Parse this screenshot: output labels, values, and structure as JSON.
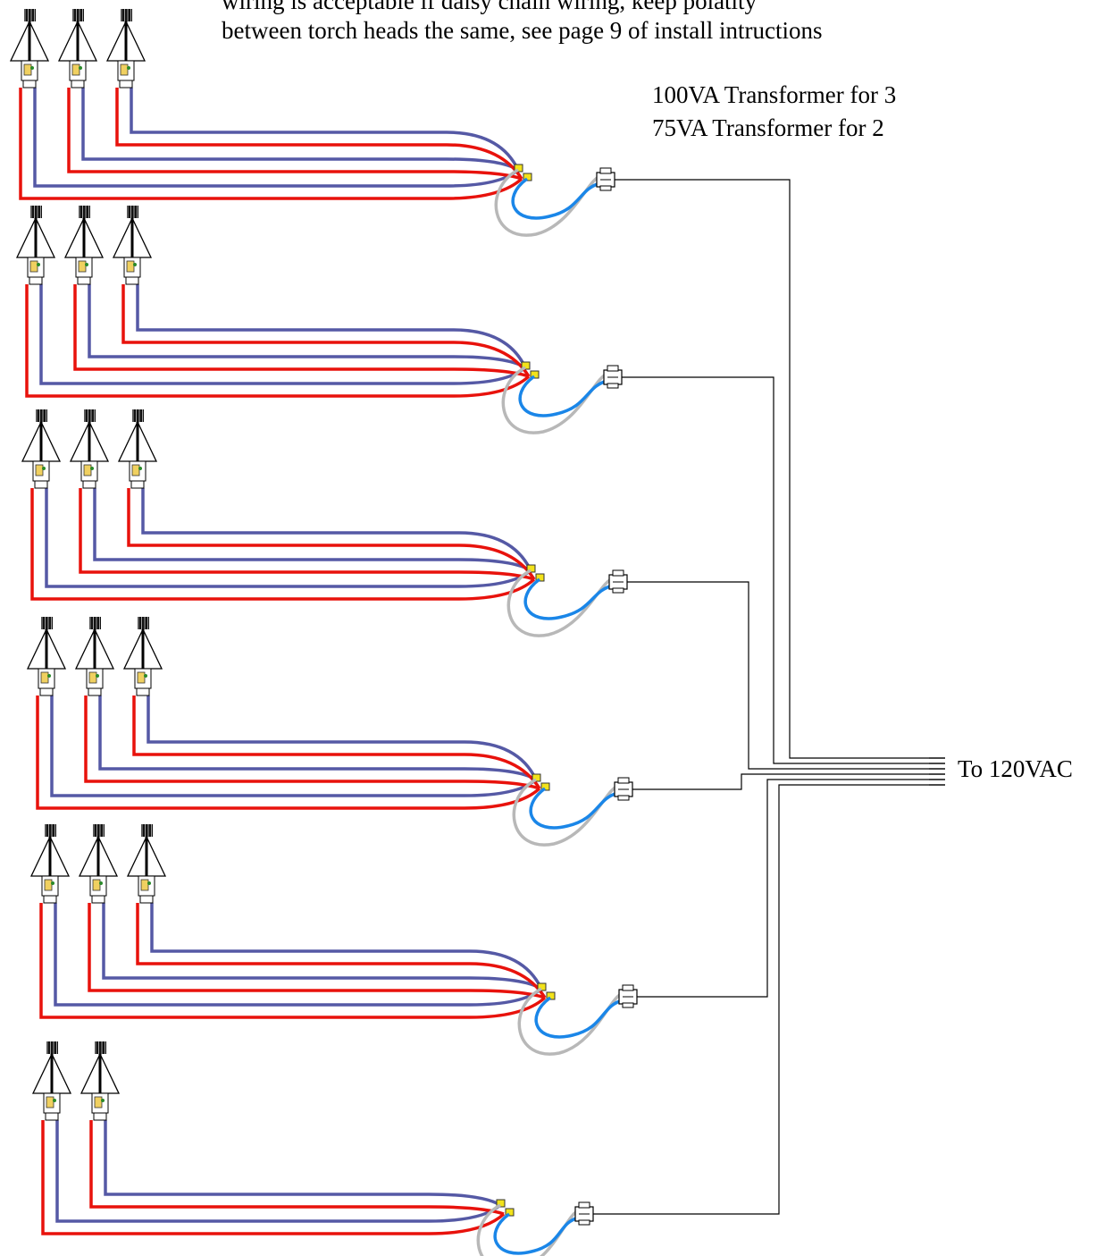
{
  "note": {
    "line1": "wiring is acceptable if daisy chain wiring, keep polatity",
    "line2": "between torch heads the same, see page 9 of install intructions"
  },
  "transformer_note": {
    "line1": "100VA Transformer for 3",
    "line2": "75VA Transformer for 2"
  },
  "supply_label": "To 120VAC",
  "colors": {
    "positive_wire": "#e8120c",
    "negative_wire": "#5559a5",
    "grey_lead": "#b8b8b8",
    "blue_lead": "#1a86e8",
    "line_wire": "#000000"
  },
  "icons": {
    "torch_head": "torch-head-icon",
    "transformer": "transformer-icon",
    "connector": "wire-connector-icon"
  },
  "groups": [
    {
      "torch_heads": 3
    },
    {
      "torch_heads": 3
    },
    {
      "torch_heads": 3
    },
    {
      "torch_heads": 3
    },
    {
      "torch_heads": 3
    },
    {
      "torch_heads": 2
    }
  ]
}
